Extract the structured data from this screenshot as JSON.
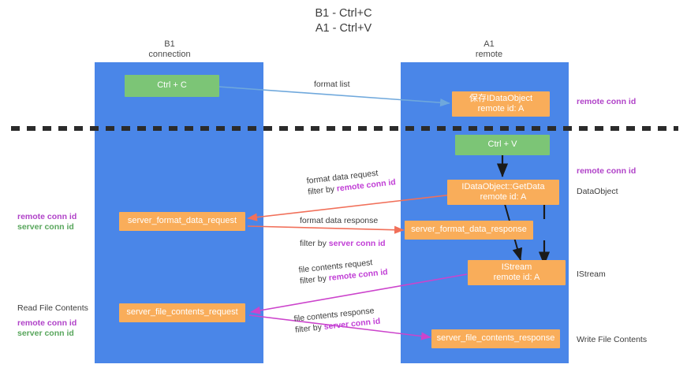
{
  "title": {
    "line1": "B1 - Ctrl+C",
    "line2": "A1 - Ctrl+V"
  },
  "columns": [
    {
      "name": "B1",
      "sub": "connection"
    },
    {
      "name": "A1",
      "sub": "remote"
    }
  ],
  "nodes": {
    "ctrl_c": "Ctrl + C",
    "ctrl_v": "Ctrl + V",
    "save_idataobject_l1": "保存IDataObject",
    "save_idataobject_l2": "remote id: A",
    "getdata_l1": "IDataObject::GetData",
    "getdata_l2": "remote id: A",
    "istream_l1": "IStream",
    "istream_l2": "remote id: A",
    "server_format_data_request": "server_format_data_request",
    "server_format_data_response": "server_format_data_response",
    "server_file_contents_request": "server_file_contents_request",
    "server_file_contents_response": "server_file_contents_response"
  },
  "edge_labels": {
    "format_list": "format list",
    "format_data_request": "format data request",
    "format_data_request_filter_prefix": "filter by ",
    "format_data_request_filter_key": "remote conn id",
    "format_data_response": "format data response",
    "format_data_response_filter_prefix": "filter by ",
    "format_data_response_filter_key": "server conn id",
    "file_contents_request": "file contents request",
    "file_contents_request_filter_prefix": "filter by ",
    "file_contents_request_filter_key": "remote conn id",
    "file_contents_response": "file contents response",
    "file_contents_response_filter_prefix": "filter by ",
    "file_contents_response_filter_key": "server conn id"
  },
  "left_annotations": {
    "mid_remote": "remote conn id",
    "mid_server": "server conn id",
    "read_file_contents": "Read File Contents",
    "low_remote": "remote conn id",
    "low_server": "server conn id"
  },
  "right_annotations": {
    "remote_conn_id_top": "remote conn id",
    "remote_conn_id_mid": "remote conn id",
    "data_object": "DataObject",
    "istream": "IStream",
    "write_file_contents": "Write File Contents"
  },
  "colors": {
    "lane": "#4a86e8",
    "green_node": "#7cc576",
    "orange_node": "#f9ad5a",
    "purple_text": "#b042c8",
    "green_text": "#58a65c",
    "magenta_text": "#c13fd6",
    "red_arrow": "#f1705a",
    "blue_arrow": "#6fa8dc",
    "magenta_arrow": "#cc44cc",
    "divider": "#2b2b2b"
  }
}
